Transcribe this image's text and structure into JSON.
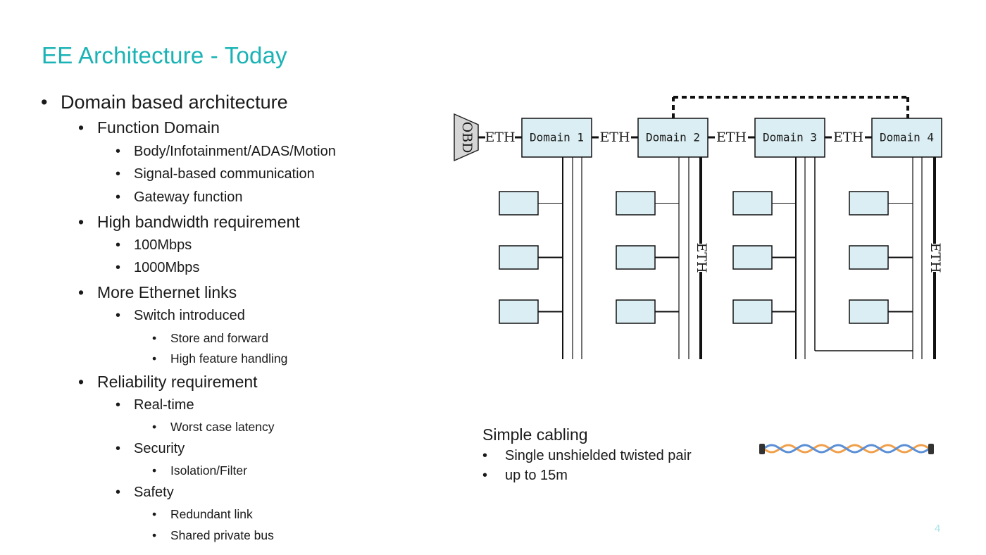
{
  "title": "EE Architecture - Today",
  "bullets": [
    {
      "level": 1,
      "text": "Domain based architecture"
    },
    {
      "level": 2,
      "text": "Function Domain"
    },
    {
      "level": 3,
      "text": "Body/Infotainment/ADAS/Motion"
    },
    {
      "level": 3,
      "text": "Signal-based communication"
    },
    {
      "level": 3,
      "text": "Gateway function"
    },
    {
      "level": 2,
      "text": "High bandwidth requirement"
    },
    {
      "level": 3,
      "text": "100Mbps"
    },
    {
      "level": 3,
      "text": "1000Mbps"
    },
    {
      "level": 2,
      "text": "More Ethernet links"
    },
    {
      "level": 3,
      "text": "Switch introduced"
    },
    {
      "level": 4,
      "text": "Store and forward"
    },
    {
      "level": 4,
      "text": "High feature handling"
    },
    {
      "level": 2,
      "text": "Reliability requirement"
    },
    {
      "level": 3,
      "text": "Real-time"
    },
    {
      "level": 4,
      "text": "Worst case latency"
    },
    {
      "level": 3,
      "text": "Security"
    },
    {
      "level": 4,
      "text": "Isolation/Filter"
    },
    {
      "level": 3,
      "text": "Safety"
    },
    {
      "level": 4,
      "text": "Redundant link"
    },
    {
      "level": 4,
      "text": "Shared private bus"
    }
  ],
  "bullet_symbol": "•",
  "diagram": {
    "obd_label": "OBD",
    "eth_label": "ETH",
    "domains": [
      "Domain 1",
      "Domain 2",
      "Domain 3",
      "Domain 4"
    ],
    "box_fill": "#dbeef3"
  },
  "cabling": {
    "title": "Simple cabling",
    "items": [
      "Single unshielded twisted pair",
      "up to 15m"
    ]
  },
  "page_number": "4",
  "colors": {
    "title": "#1ab3b5",
    "page_number": "#a8e4e6",
    "cable_orange": "#f0a04b",
    "cable_blue": "#5b8fd6"
  }
}
